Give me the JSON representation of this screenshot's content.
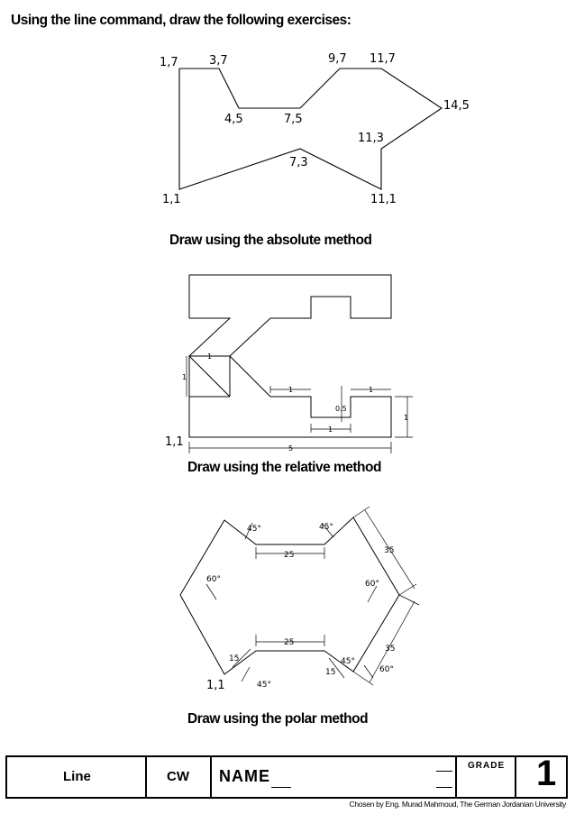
{
  "heading": "Using the line command, draw the following exercises:",
  "absolute": {
    "caption": "Draw using the absolute method",
    "points": [
      {
        "label": "1,7"
      },
      {
        "label": "3,7"
      },
      {
        "label": "4,5"
      },
      {
        "label": "7,5"
      },
      {
        "label": "9,7"
      },
      {
        "label": "11,7"
      },
      {
        "label": "14,5"
      },
      {
        "label": "11,3"
      },
      {
        "label": "11,1"
      },
      {
        "label": "7,3"
      },
      {
        "label": "1,1"
      }
    ]
  },
  "relative": {
    "caption": "Draw using the relative method",
    "start_label": "1,1",
    "dims": [
      "1",
      "1",
      "1",
      "0.5",
      "1",
      "1",
      "1",
      "5"
    ]
  },
  "polar": {
    "caption": "Draw using the polar method",
    "start_label": "1,1",
    "angles": [
      "45°",
      "45°",
      "60°",
      "60°",
      "45°",
      "45°",
      "60°"
    ],
    "lengths": [
      "25",
      "35",
      "35",
      "25",
      "15",
      "15"
    ]
  },
  "footer": {
    "topic": "Line",
    "type": "CW",
    "name_label": "NAME",
    "grade_label": "GRADE",
    "grade_value": "1",
    "credit": "Chosen by Eng. Murad Mahmoud, The German Jordanian University"
  }
}
